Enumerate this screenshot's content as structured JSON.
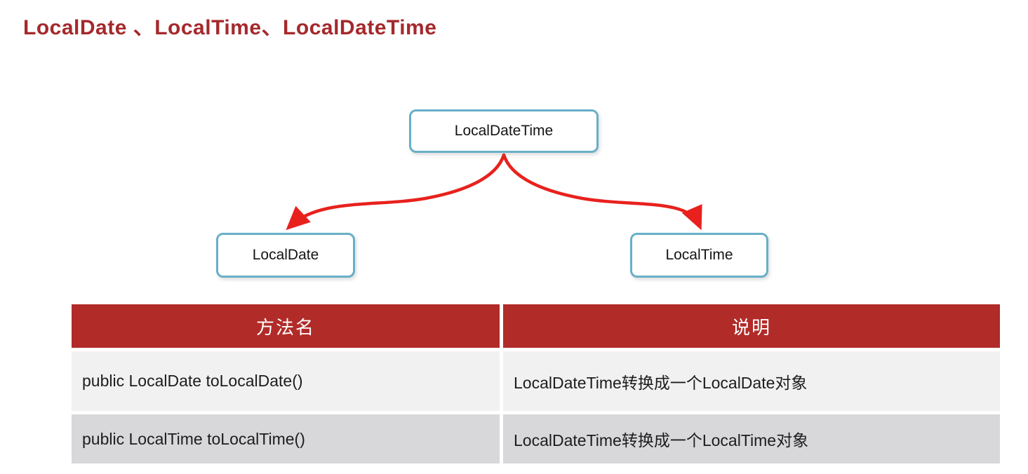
{
  "title": {
    "text": "LocalDate 、LocalTime、LocalDateTime",
    "color": "#A4292C"
  },
  "diagram": {
    "root_label": "LocalDateTime",
    "left_child_label": "LocalDate",
    "right_child_label": "LocalTime",
    "box_border_color": "#68AFC7",
    "arrow_color": "#E8211D"
  },
  "table": {
    "header": {
      "method_col": "方法名",
      "desc_col": "说明",
      "bg_color": "#B12B28",
      "text_color": "#FFFFFF"
    },
    "rows": [
      {
        "method": "public LocalDate toLocalDate()",
        "desc": "LocalDateTime转换成一个LocalDate对象",
        "bg_color": "#F1F1F1"
      },
      {
        "method": "public LocalTime toLocalTime()",
        "desc": "LocalDateTime转换成一个LocalTime对象",
        "bg_color": "#D8D8DA"
      }
    ]
  }
}
